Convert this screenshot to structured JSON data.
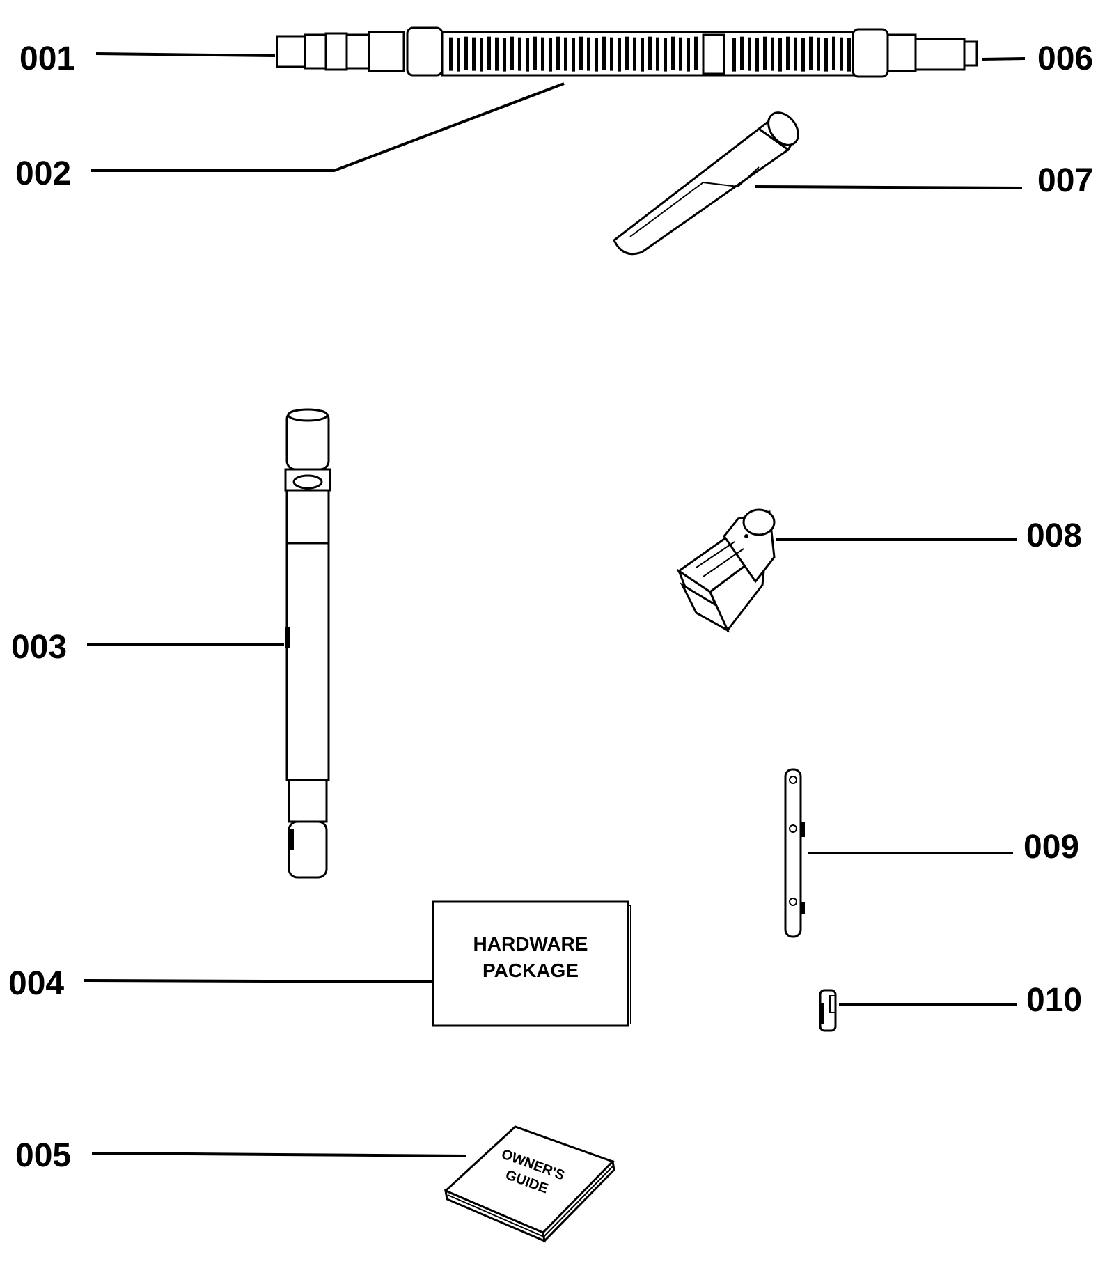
{
  "labels": {
    "p001": "001",
    "p002": "002",
    "p003": "003",
    "p004": "004",
    "p005": "005",
    "p006": "006",
    "p007": "007",
    "p008": "008",
    "p009": "009",
    "p010": "010"
  },
  "hardware_package": {
    "line1": "HARDWARE",
    "line2": "PACKAGE"
  },
  "owners_guide": {
    "line1": "OWNER'S",
    "line2": "GUIDE"
  },
  "colors": {
    "ink": "#000000",
    "paper": "#ffffff"
  }
}
